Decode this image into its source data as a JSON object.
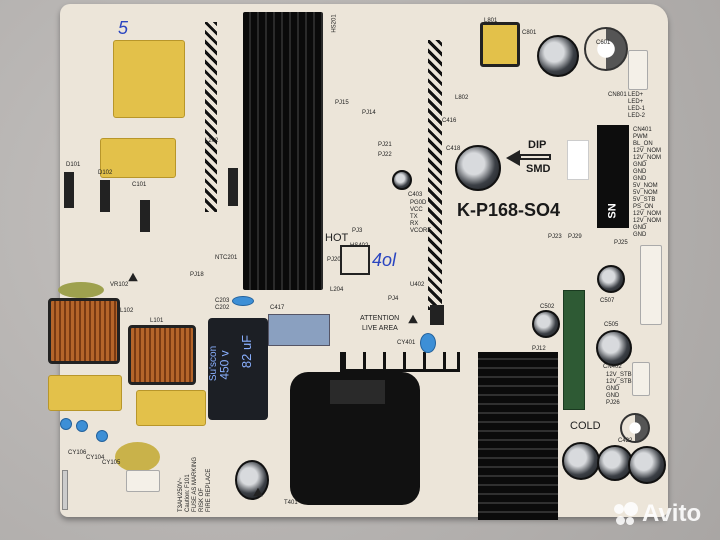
{
  "board": {
    "model": "K-P168-SO4",
    "dip_label": "DIP",
    "smd_label": "SMD",
    "hot_label": "HOT",
    "cold_label": "COLD",
    "attention_line1": "ATTENTION",
    "attention_line2": "LIVE AREA",
    "sn_label": "SN",
    "cn401_label": "CN401",
    "cn401_pins": [
      "PWM",
      "BL_ON",
      "12V_NOM",
      "12V_NOM",
      "GND",
      "GND",
      "GND",
      "5V_NOM",
      "5V_NOM",
      "5V_STB",
      "PS_ON",
      "12V_NOM",
      "12V_NOM",
      "GND",
      "GND"
    ],
    "cn801_label": "CN801",
    "cn801_pins": [
      "LED+",
      "LED+",
      "LED-1",
      "LED-2"
    ],
    "cn402_label": "CN402",
    "cn402_pins": [
      "12V_STB",
      "12V_STB",
      "GND",
      "GND",
      "PJ26"
    ],
    "main_cap_text": [
      "82 uF",
      "450 v",
      "Su'scon"
    ],
    "fuse_warning": [
      "T3AH/250V~",
      "Caution: F101",
      "FUSE AS MARKING",
      "RISK OF",
      "FIRE REPLACE"
    ],
    "refs": [
      "L801",
      "C801",
      "C601",
      "L802",
      "PJ15",
      "PJ14",
      "C416",
      "C418",
      "PJ21",
      "PJ22",
      "C403",
      "HS402",
      "PJ3",
      "PJ20",
      "PJ4",
      "U402",
      "CY401",
      "C417",
      "C203",
      "C202",
      "L102",
      "L101",
      "NTC201",
      "VR102",
      "PJ18",
      "L204",
      "T401",
      "C502",
      "PJ12",
      "C505",
      "C507",
      "C422",
      "PJ25",
      "PJ23",
      "PJ29",
      "PG0D",
      "VCC",
      "TX",
      "RX",
      "VCORE",
      "HS201",
      "L202",
      "D101",
      "D102",
      "C101",
      "CY106",
      "CY104",
      "CY105"
    ],
    "handwritten": [
      "5",
      "4ol"
    ]
  },
  "watermark": {
    "brand": "Avito"
  }
}
